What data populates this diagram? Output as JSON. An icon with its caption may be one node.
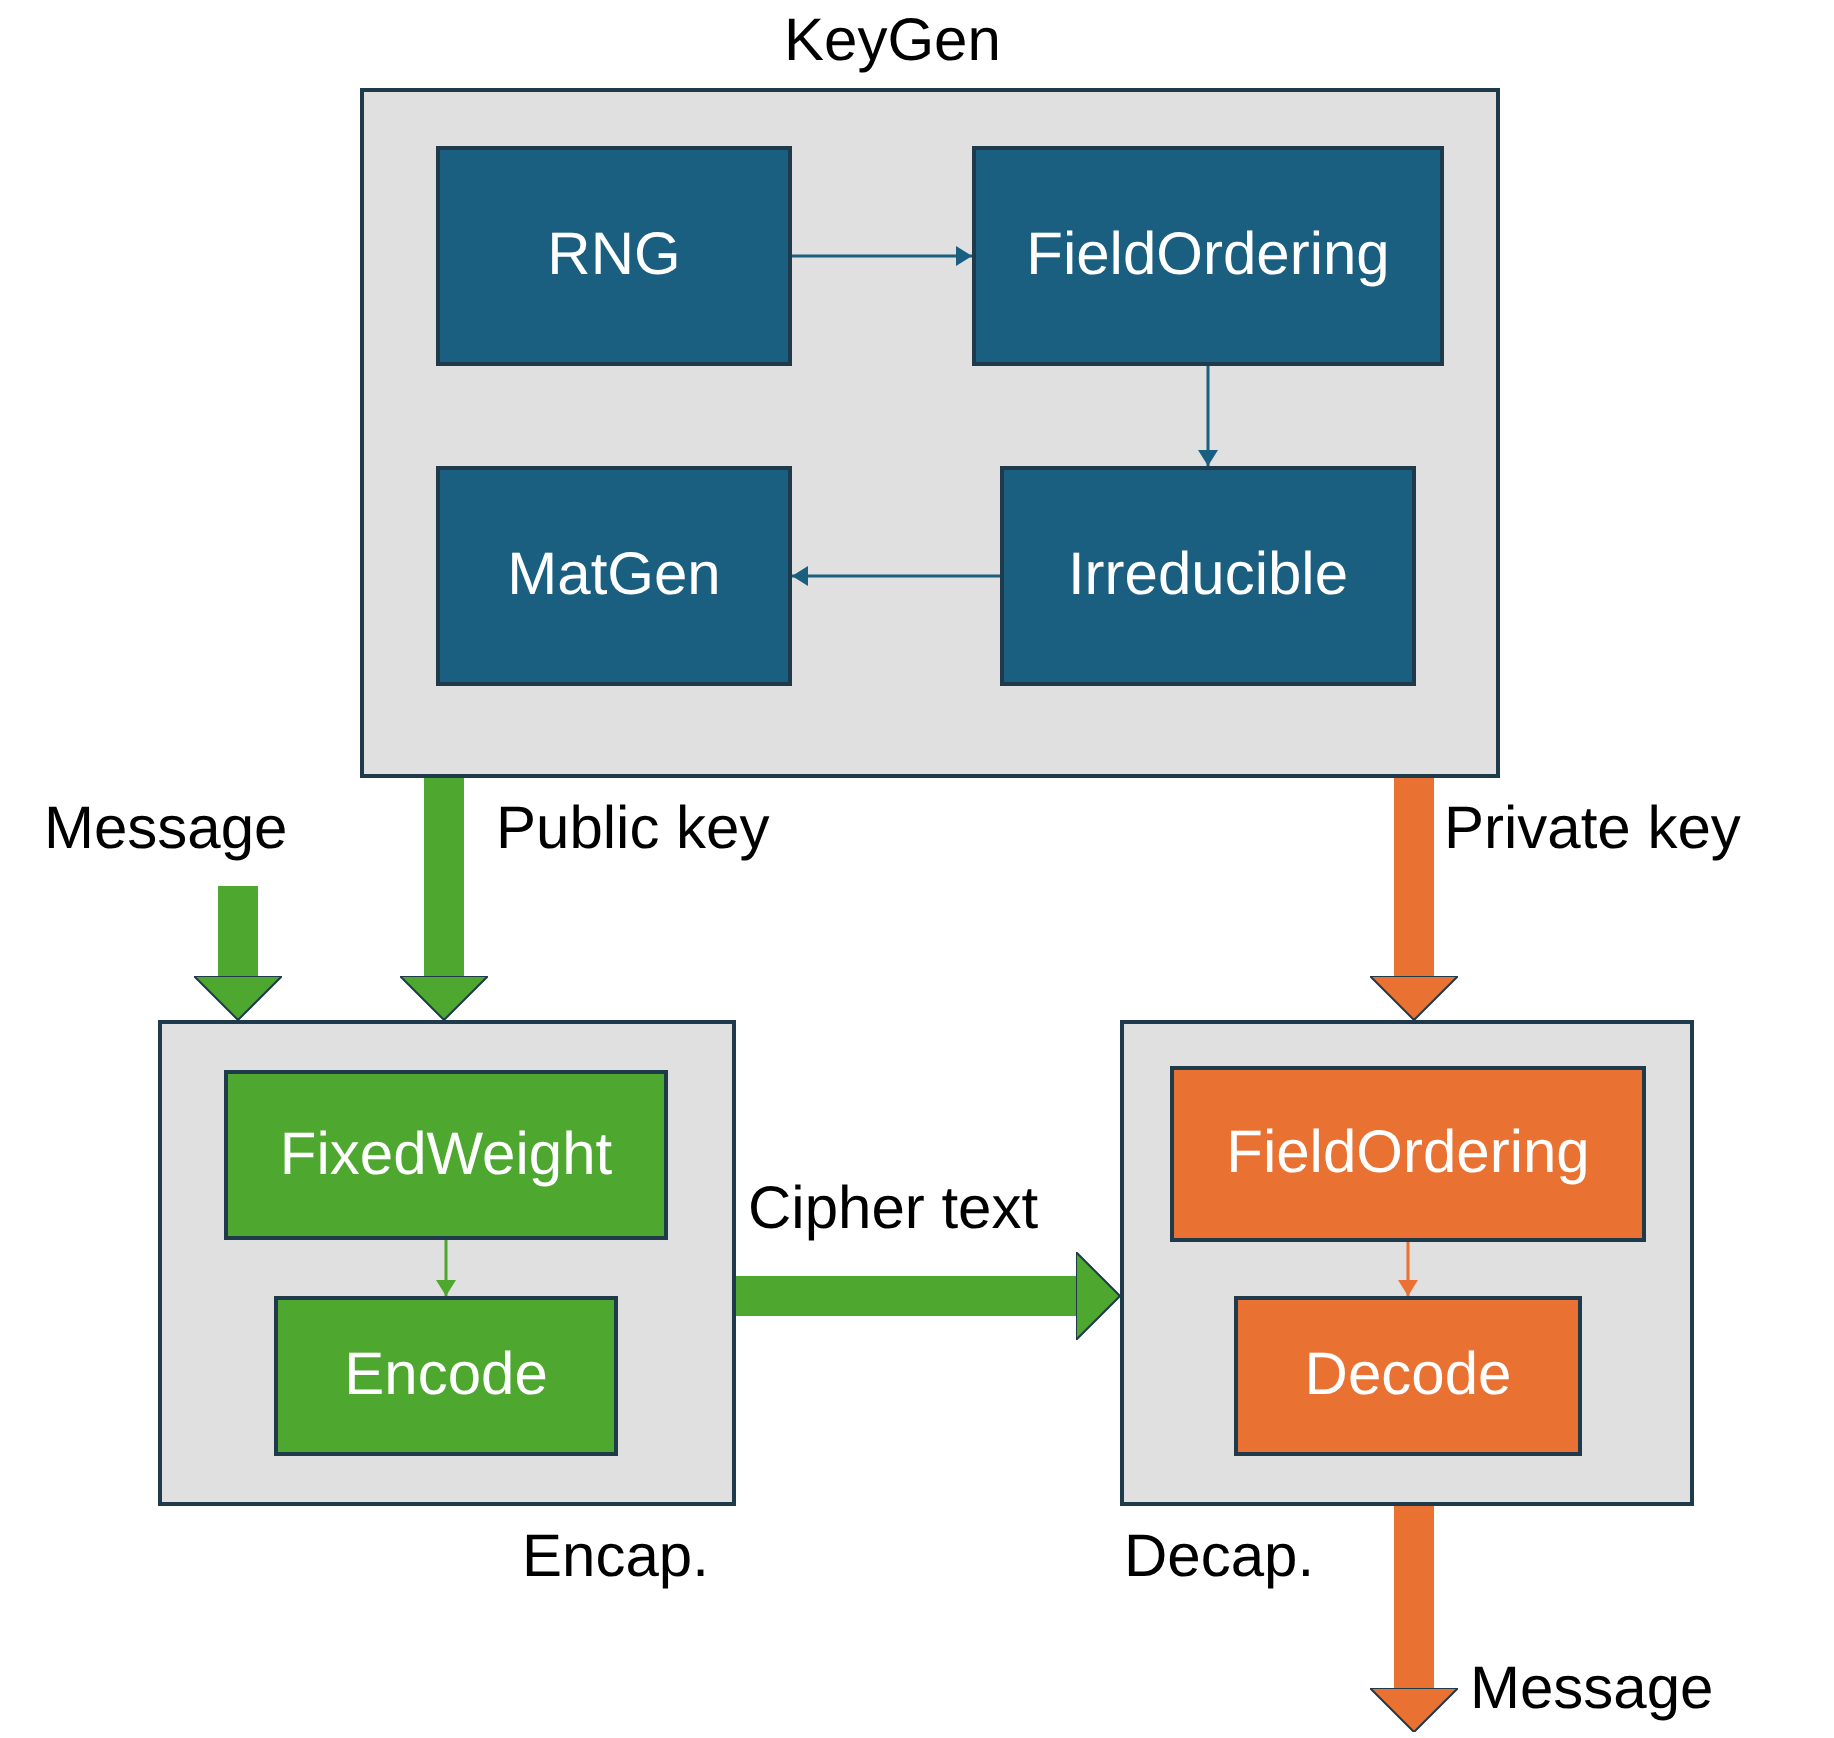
{
  "diagram": {
    "nodes": [
      {
        "text": [
          "KeyGen"
        ]
      },
      {
        "text": [
          "RNG"
        ],
        "in": 0
      },
      {
        "text": [
          "FieldOrdering"
        ],
        "in": 0
      },
      {
        "text": [
          "MatGen"
        ],
        "in": 0
      },
      {
        "text": [
          "Irreducible"
        ],
        "in": 0
      },
      {
        "text": [
          "Encap."
        ]
      },
      {
        "text": [
          "FixedWeight"
        ],
        "in": 5
      },
      {
        "text": [
          "Encode"
        ],
        "in": 5
      },
      {
        "text": [
          "Decap."
        ]
      },
      {
        "text": [
          "FieldOrdering"
        ],
        "in": 8
      },
      {
        "text": [
          "Decode"
        ],
        "in": 8
      }
    ],
    "edges": [
      {
        "from": 1,
        "to": 2,
        "arrow": "to",
        "color": "#1a5e80"
      },
      {
        "from": 2,
        "to": 4,
        "arrow": "to",
        "color": "#1a5e80"
      },
      {
        "from": 4,
        "to": 3,
        "arrow": "to",
        "color": "#1a5e80"
      },
      {
        "from": 6,
        "to": 7,
        "arrow": "to",
        "color": "#4ea72e"
      },
      {
        "from": 9,
        "to": 10,
        "arrow": "to",
        "color": "#e97132"
      },
      {
        "from": null,
        "to": 5,
        "arrow": "to",
        "label": "Message",
        "style": "thick",
        "color": "#4ea72e"
      },
      {
        "from": 0,
        "to": 5,
        "arrow": "to",
        "label": "Public key",
        "style": "thick",
        "color": "#4ea72e"
      },
      {
        "from": 0,
        "to": 8,
        "arrow": "to",
        "label": "Private key",
        "style": "thick",
        "color": "#e97132"
      },
      {
        "from": 5,
        "to": 8,
        "arrow": "to",
        "label": "Cipher text",
        "style": "thick",
        "color": "#4ea72e"
      },
      {
        "from": 8,
        "to": null,
        "arrow": "to",
        "label": "Message",
        "style": "thick",
        "color": "#e97132"
      }
    ]
  }
}
